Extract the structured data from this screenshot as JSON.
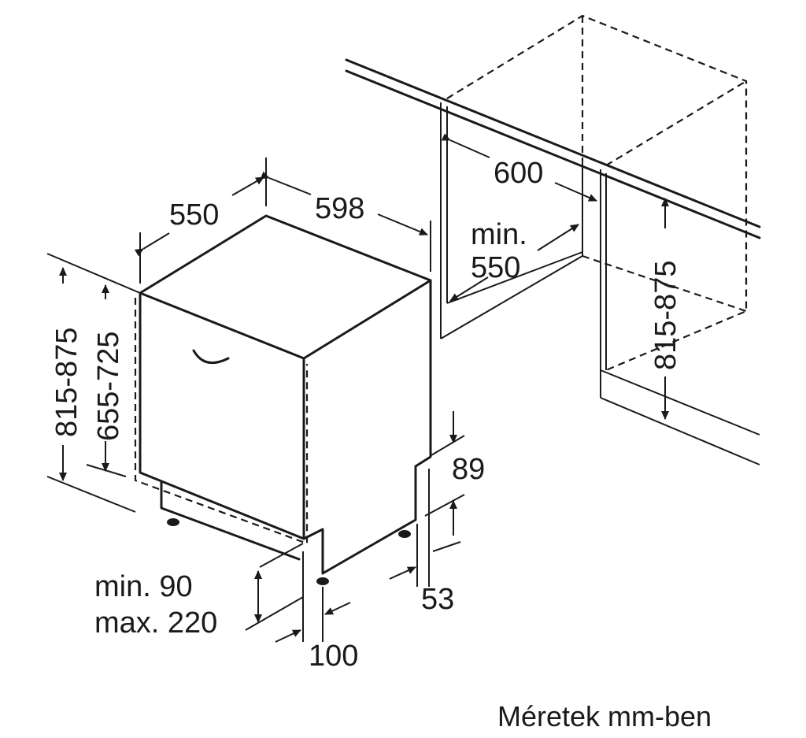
{
  "dimensions": {
    "depth": "550",
    "width": "598",
    "niche_width": "600",
    "niche_depth_prefix": "min.",
    "niche_depth": "550",
    "height_left": "815-875",
    "door_height": "655-725",
    "niche_height": "815-875",
    "plinth_89": "89",
    "plinth_53": "53",
    "plinth_min": "min. 90",
    "plinth_max": "max. 220",
    "offset_100": "100"
  },
  "caption": "Méretek mm-ben"
}
